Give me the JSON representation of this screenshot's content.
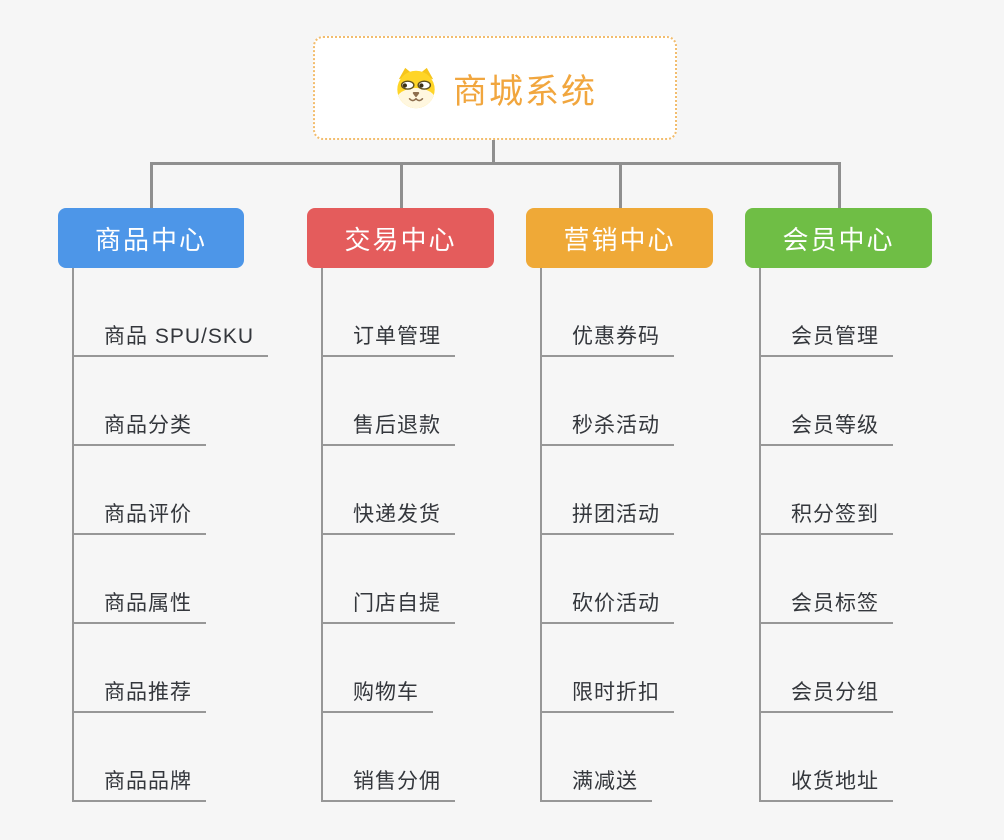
{
  "root": {
    "title": "商城系统",
    "icon": "dog-face-icon"
  },
  "branches": [
    {
      "key": "product-center",
      "label": "商品中心",
      "color": "#4d96e8",
      "children": [
        "商品 SPU/SKU",
        "商品分类",
        "商品评价",
        "商品属性",
        "商品推荐",
        "商品品牌"
      ]
    },
    {
      "key": "trade-center",
      "label": "交易中心",
      "color": "#e45c5c",
      "children": [
        "订单管理",
        "售后退款",
        "快递发货",
        "门店自提",
        "购物车",
        "销售分佣"
      ]
    },
    {
      "key": "marketing-center",
      "label": "营销中心",
      "color": "#efa937",
      "children": [
        "优惠券码",
        "秒杀活动",
        "拼团活动",
        "砍价活动",
        "限时折扣",
        "满减送"
      ]
    },
    {
      "key": "member-center",
      "label": "会员中心",
      "color": "#6fbe45",
      "children": [
        "会员管理",
        "会员等级",
        "积分签到",
        "会员标签",
        "会员分组",
        "收货地址"
      ]
    }
  ],
  "colors": {
    "root_accent": "#f1a63e",
    "root_border": "#f2bd6e",
    "connector": "#8f8f8f",
    "leaf_text": "#34373c",
    "background": "#f6f6f6"
  }
}
